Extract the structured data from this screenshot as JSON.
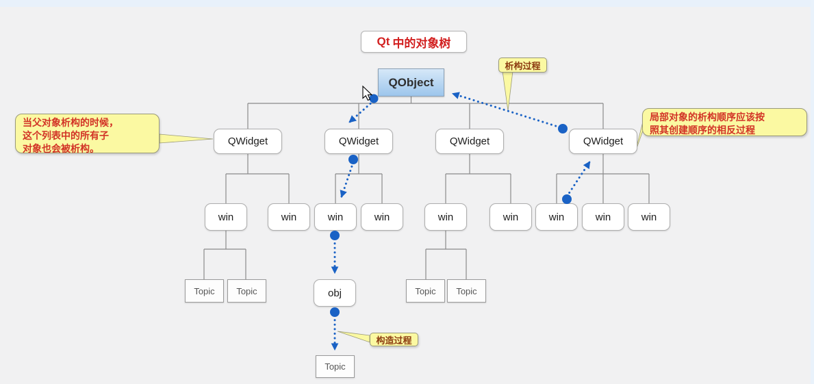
{
  "title": {
    "highlight": "Qt",
    "rest": "中的对象树"
  },
  "nodes": {
    "root": "QObject",
    "qwidgets": [
      "QWidget",
      "QWidget",
      "QWidget",
      "QWidget"
    ],
    "wins": [
      "win",
      "win",
      "win",
      "win",
      "win",
      "win",
      "win",
      "win",
      "win"
    ],
    "topics": [
      "Topic",
      "Topic",
      "Topic",
      "Topic"
    ],
    "obj": "obj",
    "bottom_topic": "Topic"
  },
  "callouts": {
    "destructor_label": "析构过程",
    "constructor_label": "构造过程",
    "parent_note_lines": [
      "当父对象析构的时候，",
      "这个列表中的所有子",
      "对象也会被析构。"
    ],
    "local_note_lines": [
      "局部对象的析构顺序应该按",
      "照其创建顺序的相反过程"
    ]
  },
  "colors": {
    "arrow_blue": "#1a62c5",
    "connector_gray": "#8a8a8a",
    "callout_yellow": "#fbf9a2",
    "note_text_red": "#d23326",
    "small_note_text_brown": "#8c3b10",
    "title_red": "#d21f1f",
    "root_fill_top": "#d6e8f8",
    "root_fill_bottom": "#9dc6ec"
  }
}
